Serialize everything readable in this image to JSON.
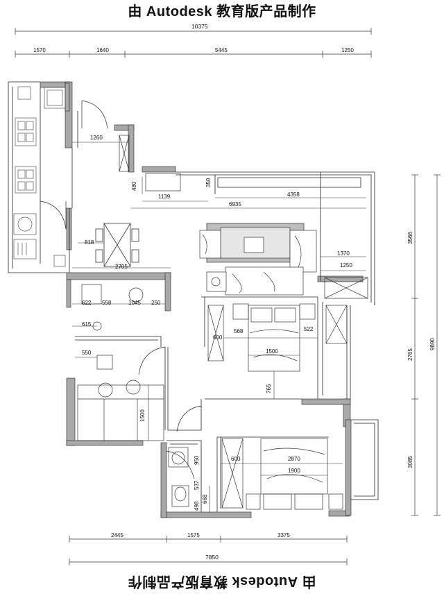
{
  "watermark": {
    "top": "由 Autodesk 教育版产品制作",
    "bottom": "由 Autodesk 教育版产品制作"
  },
  "dimensions": {
    "overall_top": "10375",
    "top_segments": [
      "1570",
      "1640",
      "5445",
      "1250"
    ],
    "overall_bottom": "7850",
    "bottom_segments": [
      "2445",
      "1575",
      "3375"
    ],
    "right_overall": "9890",
    "right_segments": [
      "3566",
      "2765",
      "3085"
    ],
    "interior": {
      "d1260": "1260",
      "d480": "480",
      "d350": "350",
      "d1139": "1139",
      "d4358": "4358",
      "d6935": "6935",
      "d818": "818",
      "d2705": "2705",
      "d1370": "1370",
      "d1250": "1250",
      "d622": "622",
      "d558": "558",
      "d1045": "1045",
      "d250": "250",
      "d615": "615",
      "d568": "568",
      "d522": "522",
      "d600a": "600",
      "d1500a": "1500",
      "d550": "550",
      "d765": "765",
      "d1500b": "1500",
      "d950": "950",
      "d600b": "600",
      "d2870": "2870",
      "d1900": "1900",
      "d537": "537",
      "d668": "668",
      "d498": "498"
    }
  },
  "colors": {
    "wall": "#a8a8a8",
    "line": "#222222",
    "furniture": "#555555",
    "sofa_fill": "#bdbdbd"
  }
}
